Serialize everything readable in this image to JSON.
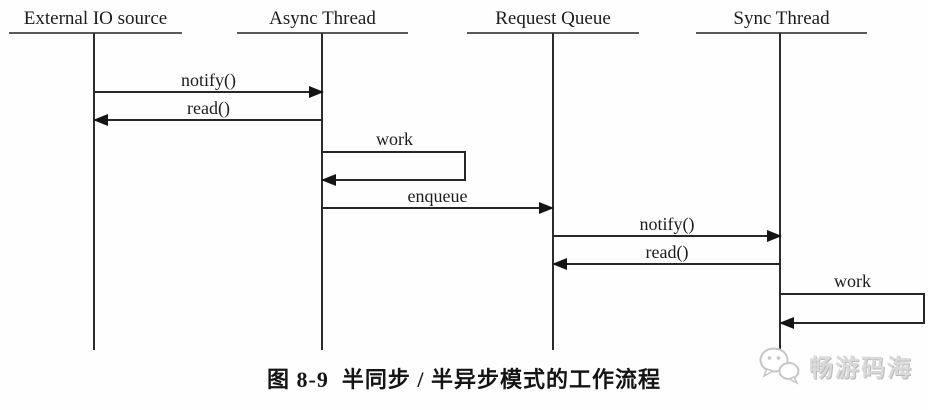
{
  "diagram": {
    "title_caption": "图 8-9  半同步 / 半异步模式的工作流程",
    "lifelines": [
      {
        "name": "External IO source"
      },
      {
        "name": "Async Thread"
      },
      {
        "name": "Request Queue"
      },
      {
        "name": "Sync Thread"
      }
    ],
    "messages": [
      {
        "label": "notify()",
        "from": "External IO source",
        "to": "Async Thread",
        "type": "call"
      },
      {
        "label": "read()",
        "from": "Async Thread",
        "to": "External IO source",
        "type": "return"
      },
      {
        "label": "work",
        "from": "Async Thread",
        "to": "Async Thread",
        "type": "self"
      },
      {
        "label": "enqueue",
        "from": "Async Thread",
        "to": "Request Queue",
        "type": "call"
      },
      {
        "label": "notify()",
        "from": "Request Queue",
        "to": "Sync Thread",
        "type": "call"
      },
      {
        "label": "read()",
        "from": "Sync Thread",
        "to": "Request Queue",
        "type": "return"
      },
      {
        "label": "work",
        "from": "Sync Thread",
        "to": "Sync Thread",
        "type": "self"
      }
    ]
  },
  "watermark": {
    "icon": "wechat-bubbles-icon",
    "text": "畅游码海",
    "color": "#dadada"
  },
  "colors": {
    "background": "#fefefe",
    "line": "#262626",
    "header_underline": "#5a5a5a"
  }
}
